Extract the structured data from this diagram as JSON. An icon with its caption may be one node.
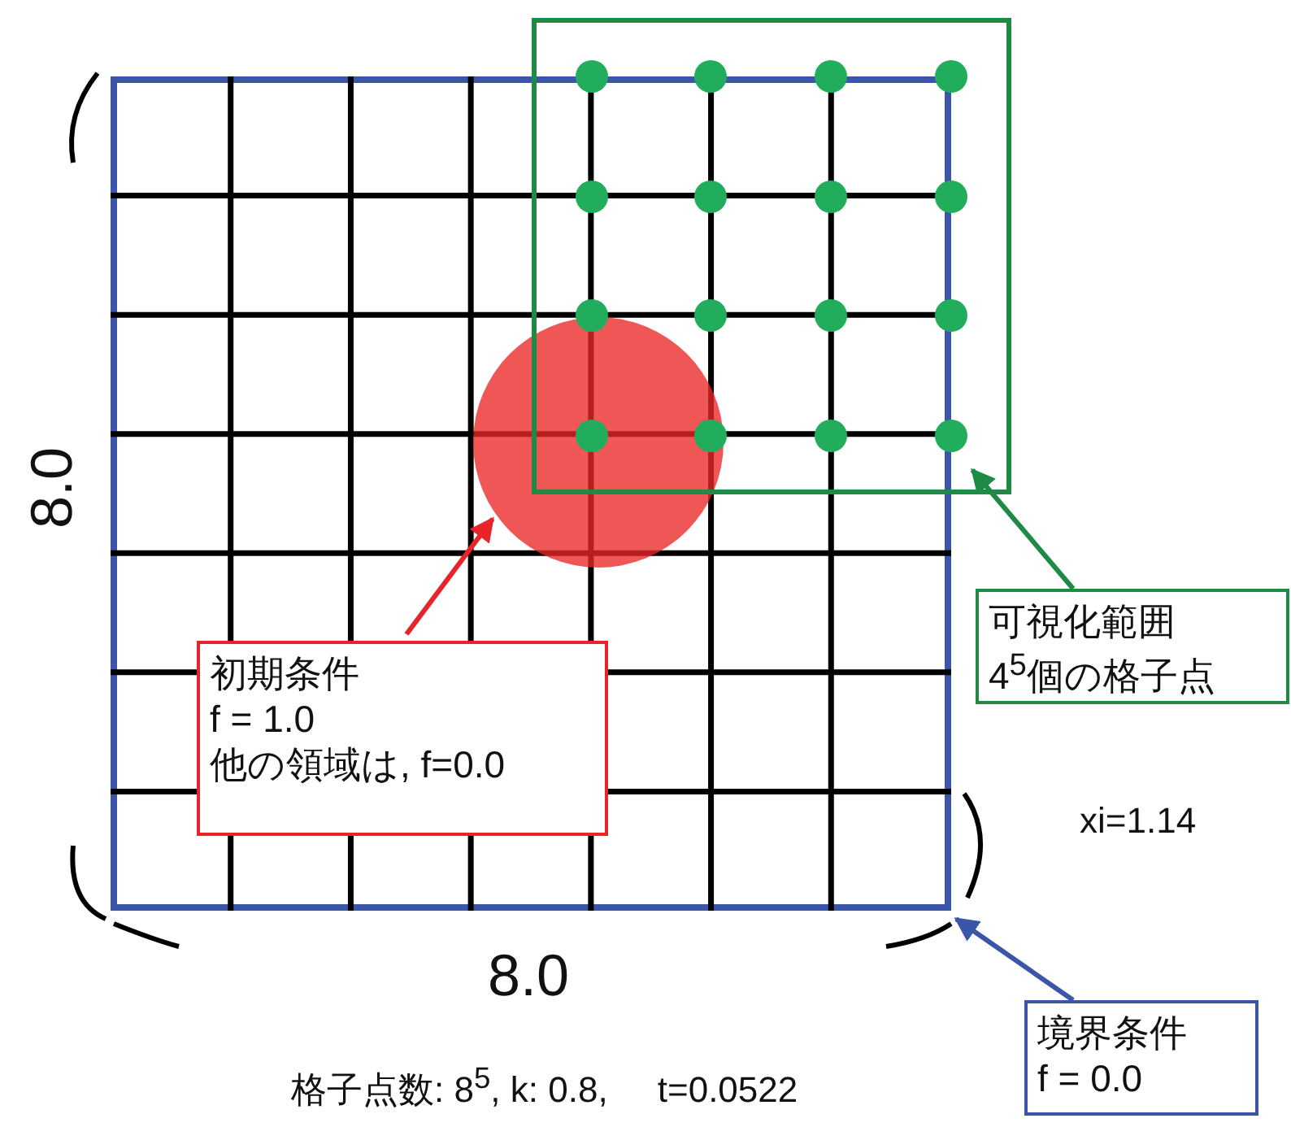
{
  "diagram": {
    "nodes": [
      {
        "text": [],
        "shape": "box"
      },
      {
        "text": [],
        "shape": "circle",
        "in": 0
      },
      {
        "text": [],
        "shape": "box"
      },
      {
        "text": [
          "初期条件",
          "f = 1.0",
          "他の領域は, f=0.0"
        ],
        "in": 0
      },
      {
        "text": [
          "可視化範囲",
          "4$^{5}$個の格子点"
        ]
      },
      {
        "text": [
          "境界条件",
          "f = 0.0"
        ]
      }
    ],
    "edges": [
      {
        "from": 3,
        "to": 1,
        "arrow": "to",
        "color": "#e8242b"
      },
      {
        "from": 4,
        "to": 2,
        "arrow": "to",
        "color": "#1f8a46"
      },
      {
        "from": 5,
        "to": 0,
        "arrow": "to",
        "color": "#3b55a8"
      }
    ],
    "labels": [
      "8.0",
      "8.0",
      "xi=1.14",
      "格子点数: 8$^{5}$, k: 0.8,     t=0.0522"
    ]
  }
}
